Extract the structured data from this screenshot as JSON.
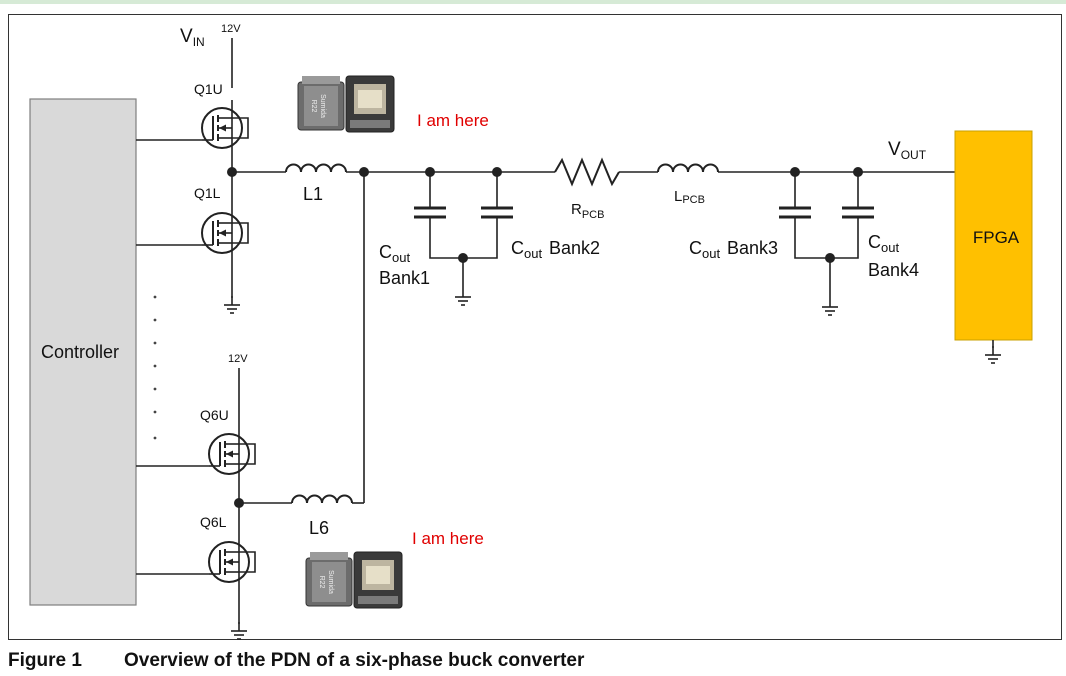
{
  "figure": {
    "number": "Figure 1",
    "title": "Overview of the PDN of a six-phase buck converter"
  },
  "labels": {
    "vin_main": "V",
    "vin_sub": "IN",
    "vin_value": "12V",
    "vin2_value": "12V",
    "controller": "Controller",
    "q1u": "Q1U",
    "q1l": "Q1L",
    "q6u": "Q6U",
    "q6l": "Q6L",
    "l1": "L1",
    "l6": "L6",
    "rpcb_main": "R",
    "rpcb_sub": "PCB",
    "lpcb_main": "L",
    "lpcb_sub": "PCB",
    "cout_main": "C",
    "cout_sub": "out",
    "bank1": "Bank1",
    "bank2": "Bank2",
    "bank3": "Bank3",
    "bank4": "Bank4",
    "vout_main": "V",
    "vout_sub": "OUT",
    "fpga": "FPGA",
    "inductor_brand": "Sumida",
    "inductor_code": "R22",
    "annotation_top": "I am here",
    "annotation_bottom": "I am here"
  },
  "colors": {
    "controller_fill": "#d9d9d9",
    "fpga_fill": "#ffc000",
    "annotation": "#e00000",
    "wire": "#222222"
  }
}
